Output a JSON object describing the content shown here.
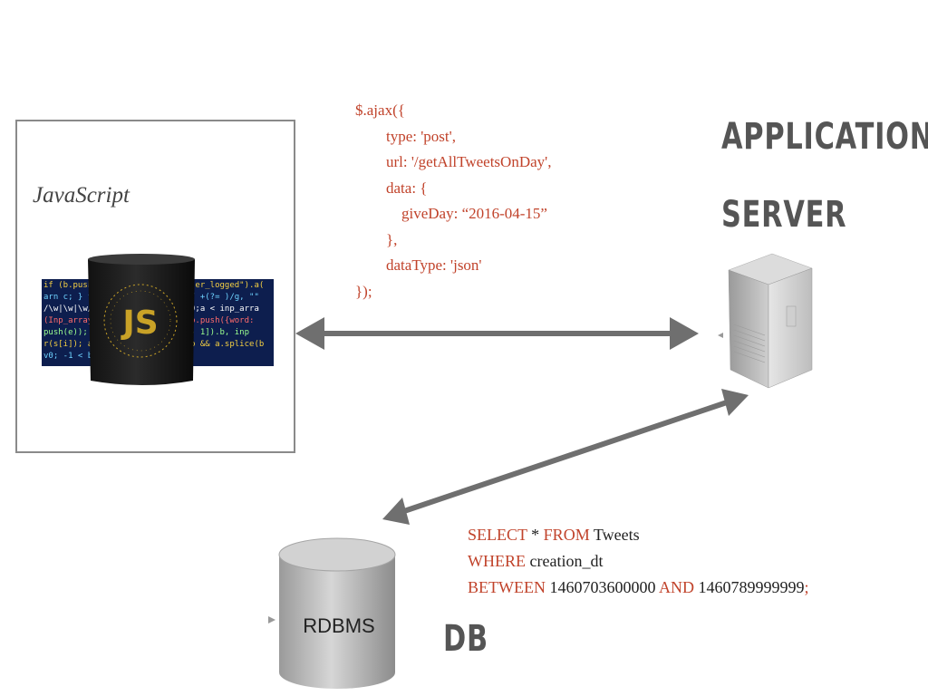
{
  "client": {
    "label": "JavaScript",
    "mug_logo": "JS",
    "code_lines": [
      "if (b.push(c[i,",
      "arn c; } function",
      "/\\w|\\w|\\w/g,",
      "(Inp_array[e], (",
      "push(e)); b(b",
      "r(s[i]); a.revo",
      "v0; -1 < b && b."
    ],
    "code_lines_right": [
      "ser_logged\").a(",
      "/ +(?= )/g, \"\"",
      "0;a < inp_arra",
      "b.push({word:",
      "- 1]).b, inp",
      "b && a.splice(b"
    ]
  },
  "ajax_code": [
    "$.ajax({",
    "        type: 'post',",
    "        url: '/getAllTweetsOnDay',",
    "        data: {",
    "            giveDay: “2016-04-15”",
    "        },",
    "        dataType: 'json'",
    "});"
  ],
  "server": {
    "title_line1": "APPLICATION",
    "title_line2": "SERVER"
  },
  "db": {
    "title": "DB",
    "cylinder_label": "RDBMS"
  },
  "sql": {
    "lines": [
      [
        {
          "t": "SELECT",
          "kw": true
        },
        {
          "t": " * ",
          "kw": false
        },
        {
          "t": "FROM",
          "kw": true
        },
        {
          "t": " Tweets",
          "kw": false
        }
      ],
      [
        {
          "t": "WHERE",
          "kw": true
        },
        {
          "t": " creation_dt",
          "kw": false
        }
      ],
      [
        {
          "t": "BETWEEN",
          "kw": true
        },
        {
          "t": " 1460703600000 ",
          "kw": false
        },
        {
          "t": "AND",
          "kw": true
        },
        {
          "t": " 1460789999999",
          "kw": false
        },
        {
          "t": ";",
          "kw": true
        }
      ]
    ]
  },
  "colors": {
    "code_red": "#c1432b",
    "arrow_gray": "#6f6f6f",
    "title_gray": "#555555"
  }
}
